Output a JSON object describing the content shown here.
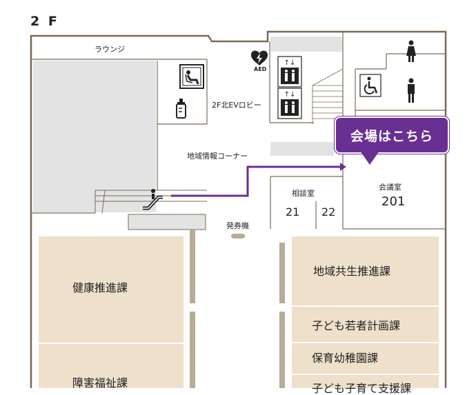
{
  "floor_label": "2 F",
  "lounge": "ラウンジ",
  "aed": "AED",
  "ev_lobby": "2F北EVロビー",
  "info_corner": "地域情報コーナー",
  "consult": {
    "name": "相談室",
    "room_a": "21",
    "room_b": "22"
  },
  "meeting": {
    "name": "会議室",
    "number": "201"
  },
  "ticket": "発券機",
  "callout": "会場はこちら",
  "departments": {
    "health": "健康推進課",
    "disability": "障害福祉課",
    "community": "地域共生推進課",
    "youth": "子ども若者計画課",
    "nursery": "保育幼稚園課",
    "childcare": "子ども子育て支援課"
  },
  "icons": [
    "aed-heart-icon",
    "elevator-icon",
    "waiting-seat-icon",
    "baby-bottle-icon",
    "wheelchair-icon",
    "female-icon",
    "male-icon",
    "escalator-icon"
  ],
  "colors": {
    "accent": "#6a2f92",
    "office": "#eee0cb",
    "wall": "#7a6a55",
    "void": "#e3e3e3",
    "pillar": "#b8ac97"
  }
}
